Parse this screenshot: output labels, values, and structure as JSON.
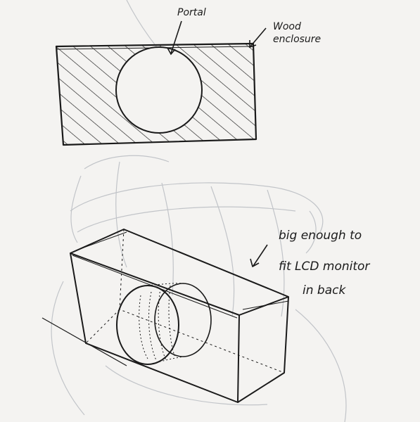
{
  "top_sketch": {
    "portal_label": "Portal",
    "enclosure_label_line1": "Wood",
    "enclosure_label_line2": "enclosure"
  },
  "bottom_sketch": {
    "note_line1": "big enough to",
    "note_line2": "fit LCD monitor",
    "note_line3": "in back"
  },
  "colors": {
    "paper": "#f4f3f1",
    "ink": "#1a1a1a",
    "pencil": "#b9bcc2"
  }
}
